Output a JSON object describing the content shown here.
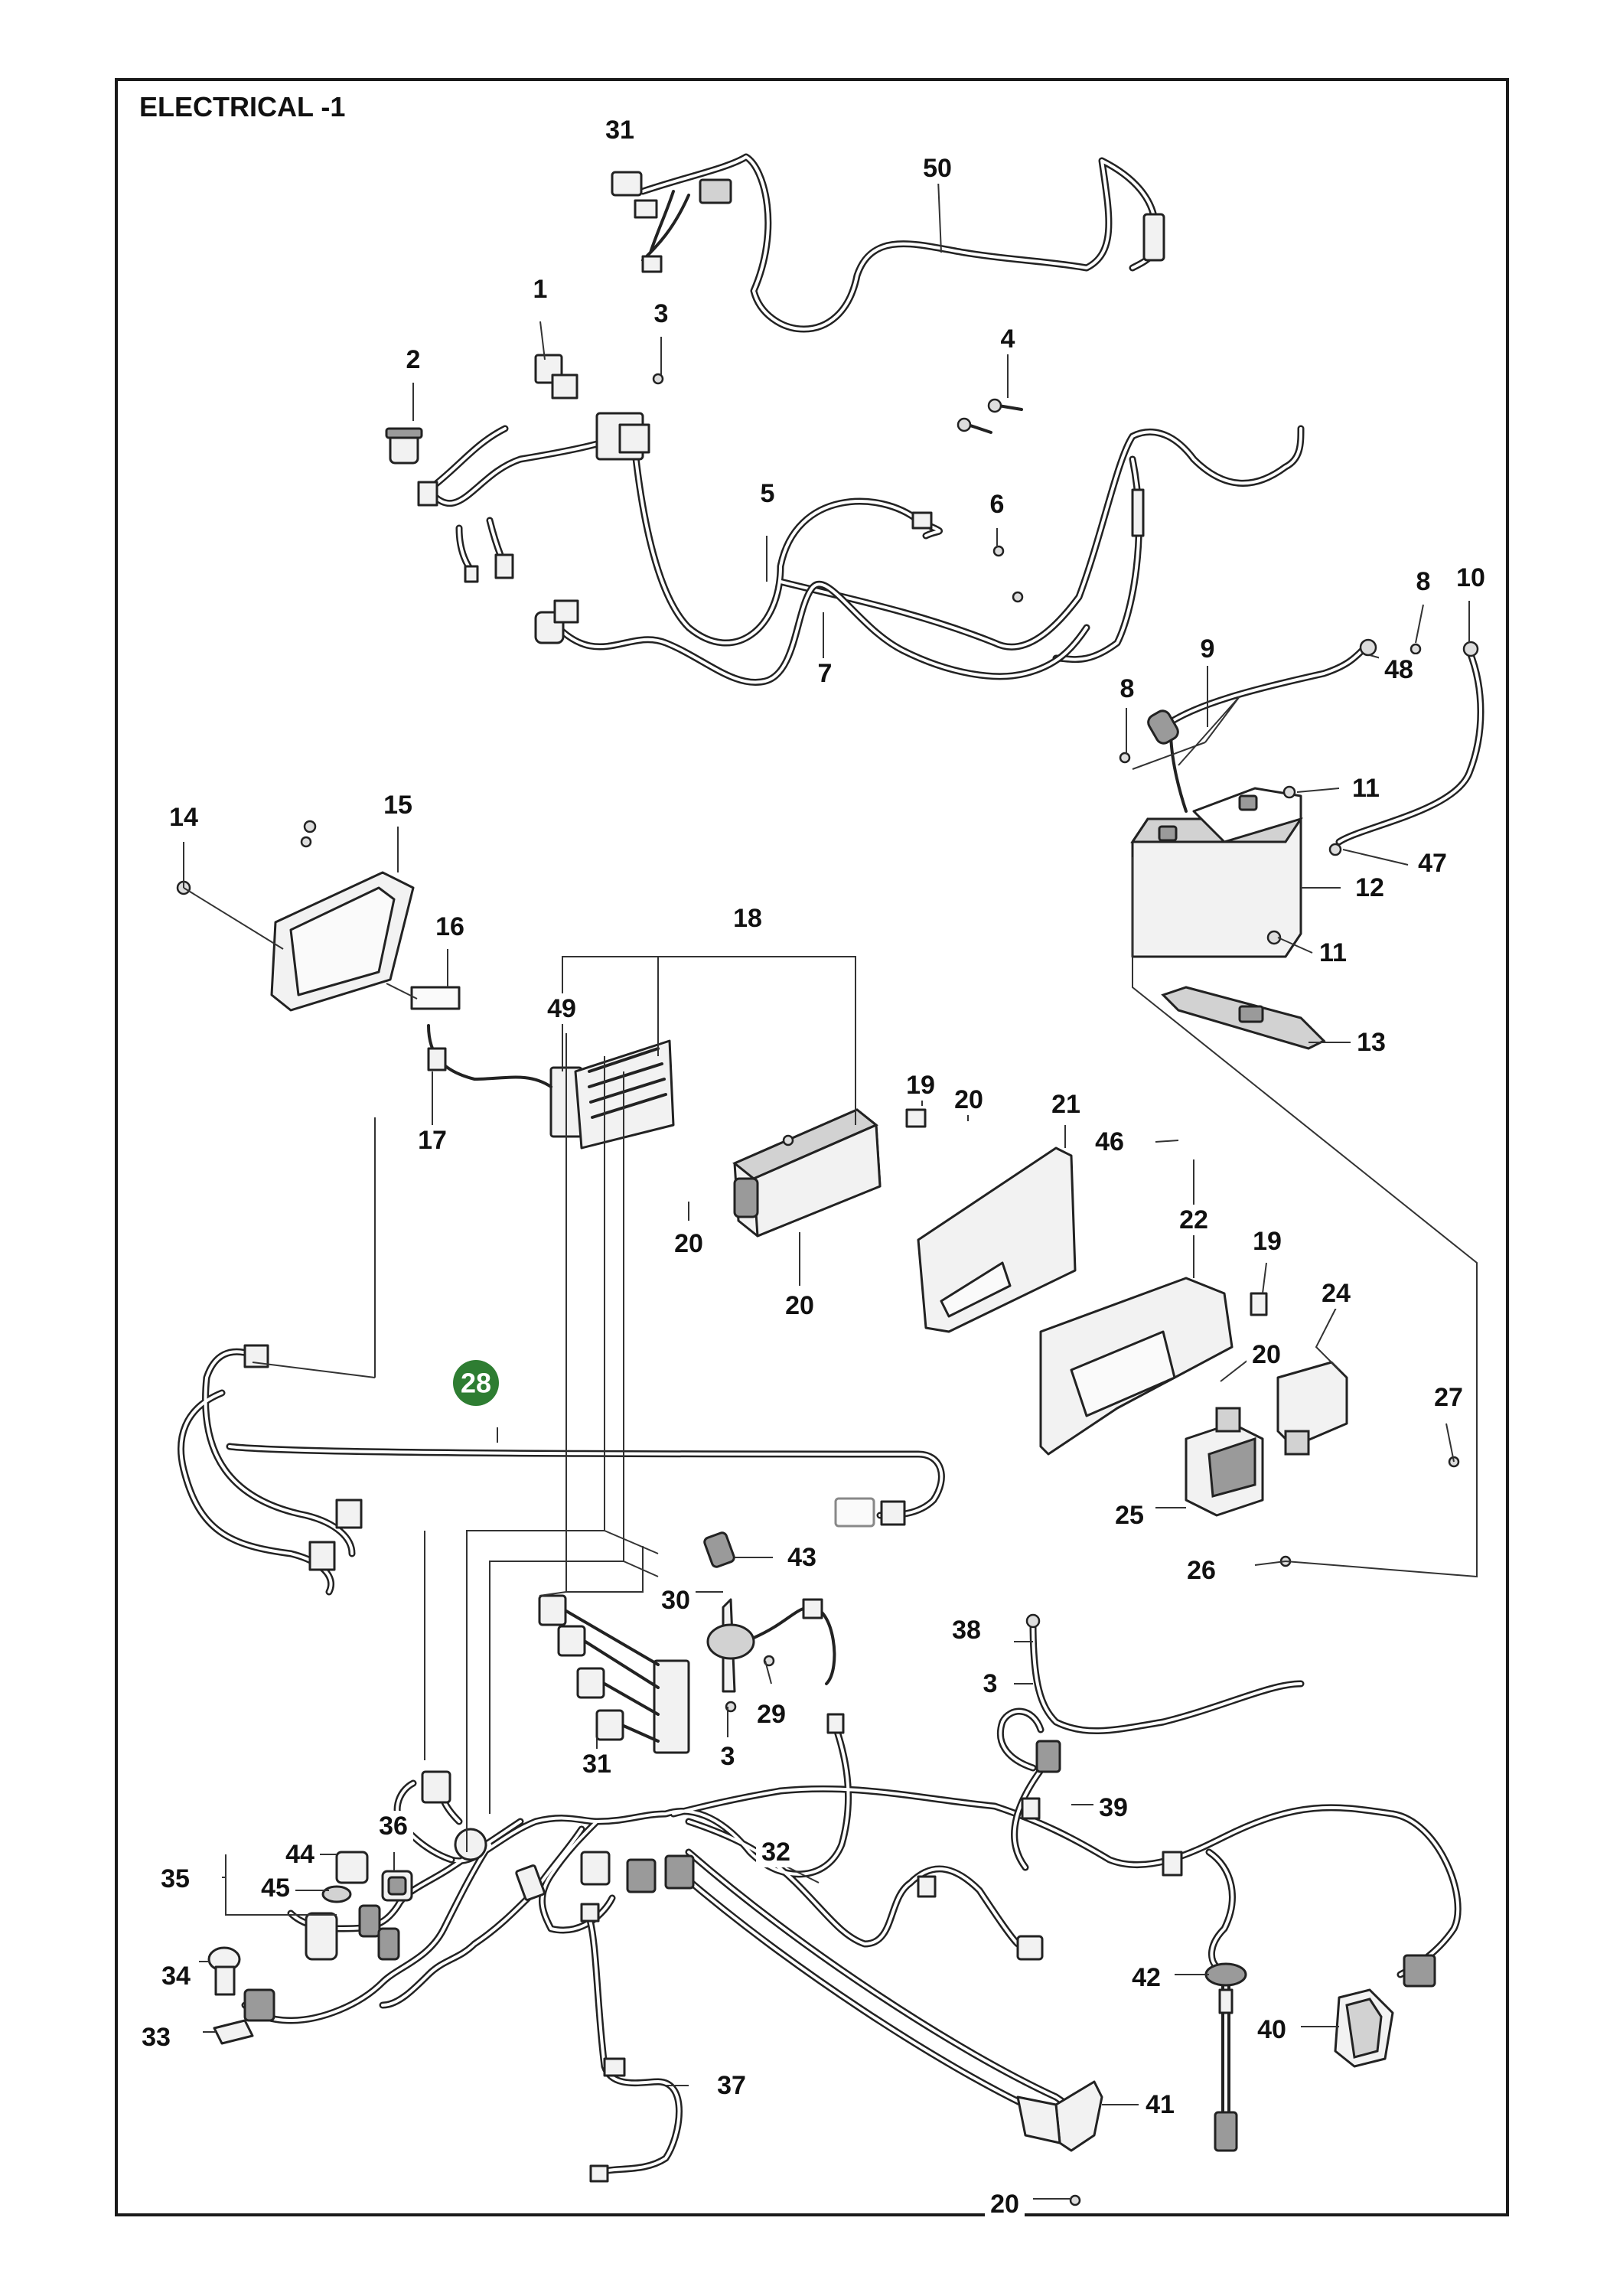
{
  "title": "ELECTRICAL -1",
  "highlight_color": "#2e7d32",
  "callouts": [
    {
      "id": "c31a",
      "label": "31",
      "highlighted": false
    },
    {
      "id": "c50",
      "label": "50",
      "highlighted": false
    },
    {
      "id": "c1",
      "label": "1",
      "highlighted": false
    },
    {
      "id": "c3a",
      "label": "3",
      "highlighted": false
    },
    {
      "id": "c2",
      "label": "2",
      "highlighted": false
    },
    {
      "id": "c4",
      "label": "4",
      "highlighted": false
    },
    {
      "id": "c5",
      "label": "5",
      "highlighted": false
    },
    {
      "id": "c6",
      "label": "6",
      "highlighted": false
    },
    {
      "id": "c7",
      "label": "7",
      "highlighted": false
    },
    {
      "id": "c8a",
      "label": "8",
      "highlighted": false
    },
    {
      "id": "c10",
      "label": "10",
      "highlighted": false
    },
    {
      "id": "c9",
      "label": "9",
      "highlighted": false
    },
    {
      "id": "c48",
      "label": "48",
      "highlighted": false
    },
    {
      "id": "c8b",
      "label": "8",
      "highlighted": false
    },
    {
      "id": "c11a",
      "label": "11",
      "highlighted": false
    },
    {
      "id": "c47",
      "label": "47",
      "highlighted": false
    },
    {
      "id": "c12",
      "label": "12",
      "highlighted": false
    },
    {
      "id": "c11b",
      "label": "11",
      "highlighted": false
    },
    {
      "id": "c13",
      "label": "13",
      "highlighted": false
    },
    {
      "id": "c14",
      "label": "14",
      "highlighted": false
    },
    {
      "id": "c15",
      "label": "15",
      "highlighted": false
    },
    {
      "id": "c16",
      "label": "16",
      "highlighted": false
    },
    {
      "id": "c18",
      "label": "18",
      "highlighted": false
    },
    {
      "id": "c49",
      "label": "49",
      "highlighted": false
    },
    {
      "id": "c17",
      "label": "17",
      "highlighted": false
    },
    {
      "id": "c19a",
      "label": "19",
      "highlighted": false
    },
    {
      "id": "c20a",
      "label": "20",
      "highlighted": false
    },
    {
      "id": "c21",
      "label": "21",
      "highlighted": false
    },
    {
      "id": "c46",
      "label": "46",
      "highlighted": false
    },
    {
      "id": "c20b",
      "label": "20",
      "highlighted": false
    },
    {
      "id": "c22",
      "label": "22",
      "highlighted": false
    },
    {
      "id": "c19b",
      "label": "19",
      "highlighted": false
    },
    {
      "id": "c20c",
      "label": "20",
      "highlighted": false
    },
    {
      "id": "c24",
      "label": "24",
      "highlighted": false
    },
    {
      "id": "c20d",
      "label": "20",
      "highlighted": false
    },
    {
      "id": "c27",
      "label": "27",
      "highlighted": false
    },
    {
      "id": "c28",
      "label": "28",
      "highlighted": true
    },
    {
      "id": "c25",
      "label": "25",
      "highlighted": false
    },
    {
      "id": "c26",
      "label": "26",
      "highlighted": false
    },
    {
      "id": "c43",
      "label": "43",
      "highlighted": false
    },
    {
      "id": "c30",
      "label": "30",
      "highlighted": false
    },
    {
      "id": "c38",
      "label": "38",
      "highlighted": false
    },
    {
      "id": "c3b",
      "label": "3",
      "highlighted": false
    },
    {
      "id": "c29",
      "label": "29",
      "highlighted": false
    },
    {
      "id": "c3c",
      "label": "3",
      "highlighted": false
    },
    {
      "id": "c31b",
      "label": "31",
      "highlighted": false
    },
    {
      "id": "c39",
      "label": "39",
      "highlighted": false
    },
    {
      "id": "c36",
      "label": "36",
      "highlighted": false
    },
    {
      "id": "c32",
      "label": "32",
      "highlighted": false
    },
    {
      "id": "c44",
      "label": "44",
      "highlighted": false
    },
    {
      "id": "c35",
      "label": "35",
      "highlighted": false
    },
    {
      "id": "c45",
      "label": "45",
      "highlighted": false
    },
    {
      "id": "c34",
      "label": "34",
      "highlighted": false
    },
    {
      "id": "c42",
      "label": "42",
      "highlighted": false
    },
    {
      "id": "c33",
      "label": "33",
      "highlighted": false
    },
    {
      "id": "c40",
      "label": "40",
      "highlighted": false
    },
    {
      "id": "c37",
      "label": "37",
      "highlighted": false
    },
    {
      "id": "c41",
      "label": "41",
      "highlighted": false
    },
    {
      "id": "c20e",
      "label": "20",
      "highlighted": false
    }
  ]
}
